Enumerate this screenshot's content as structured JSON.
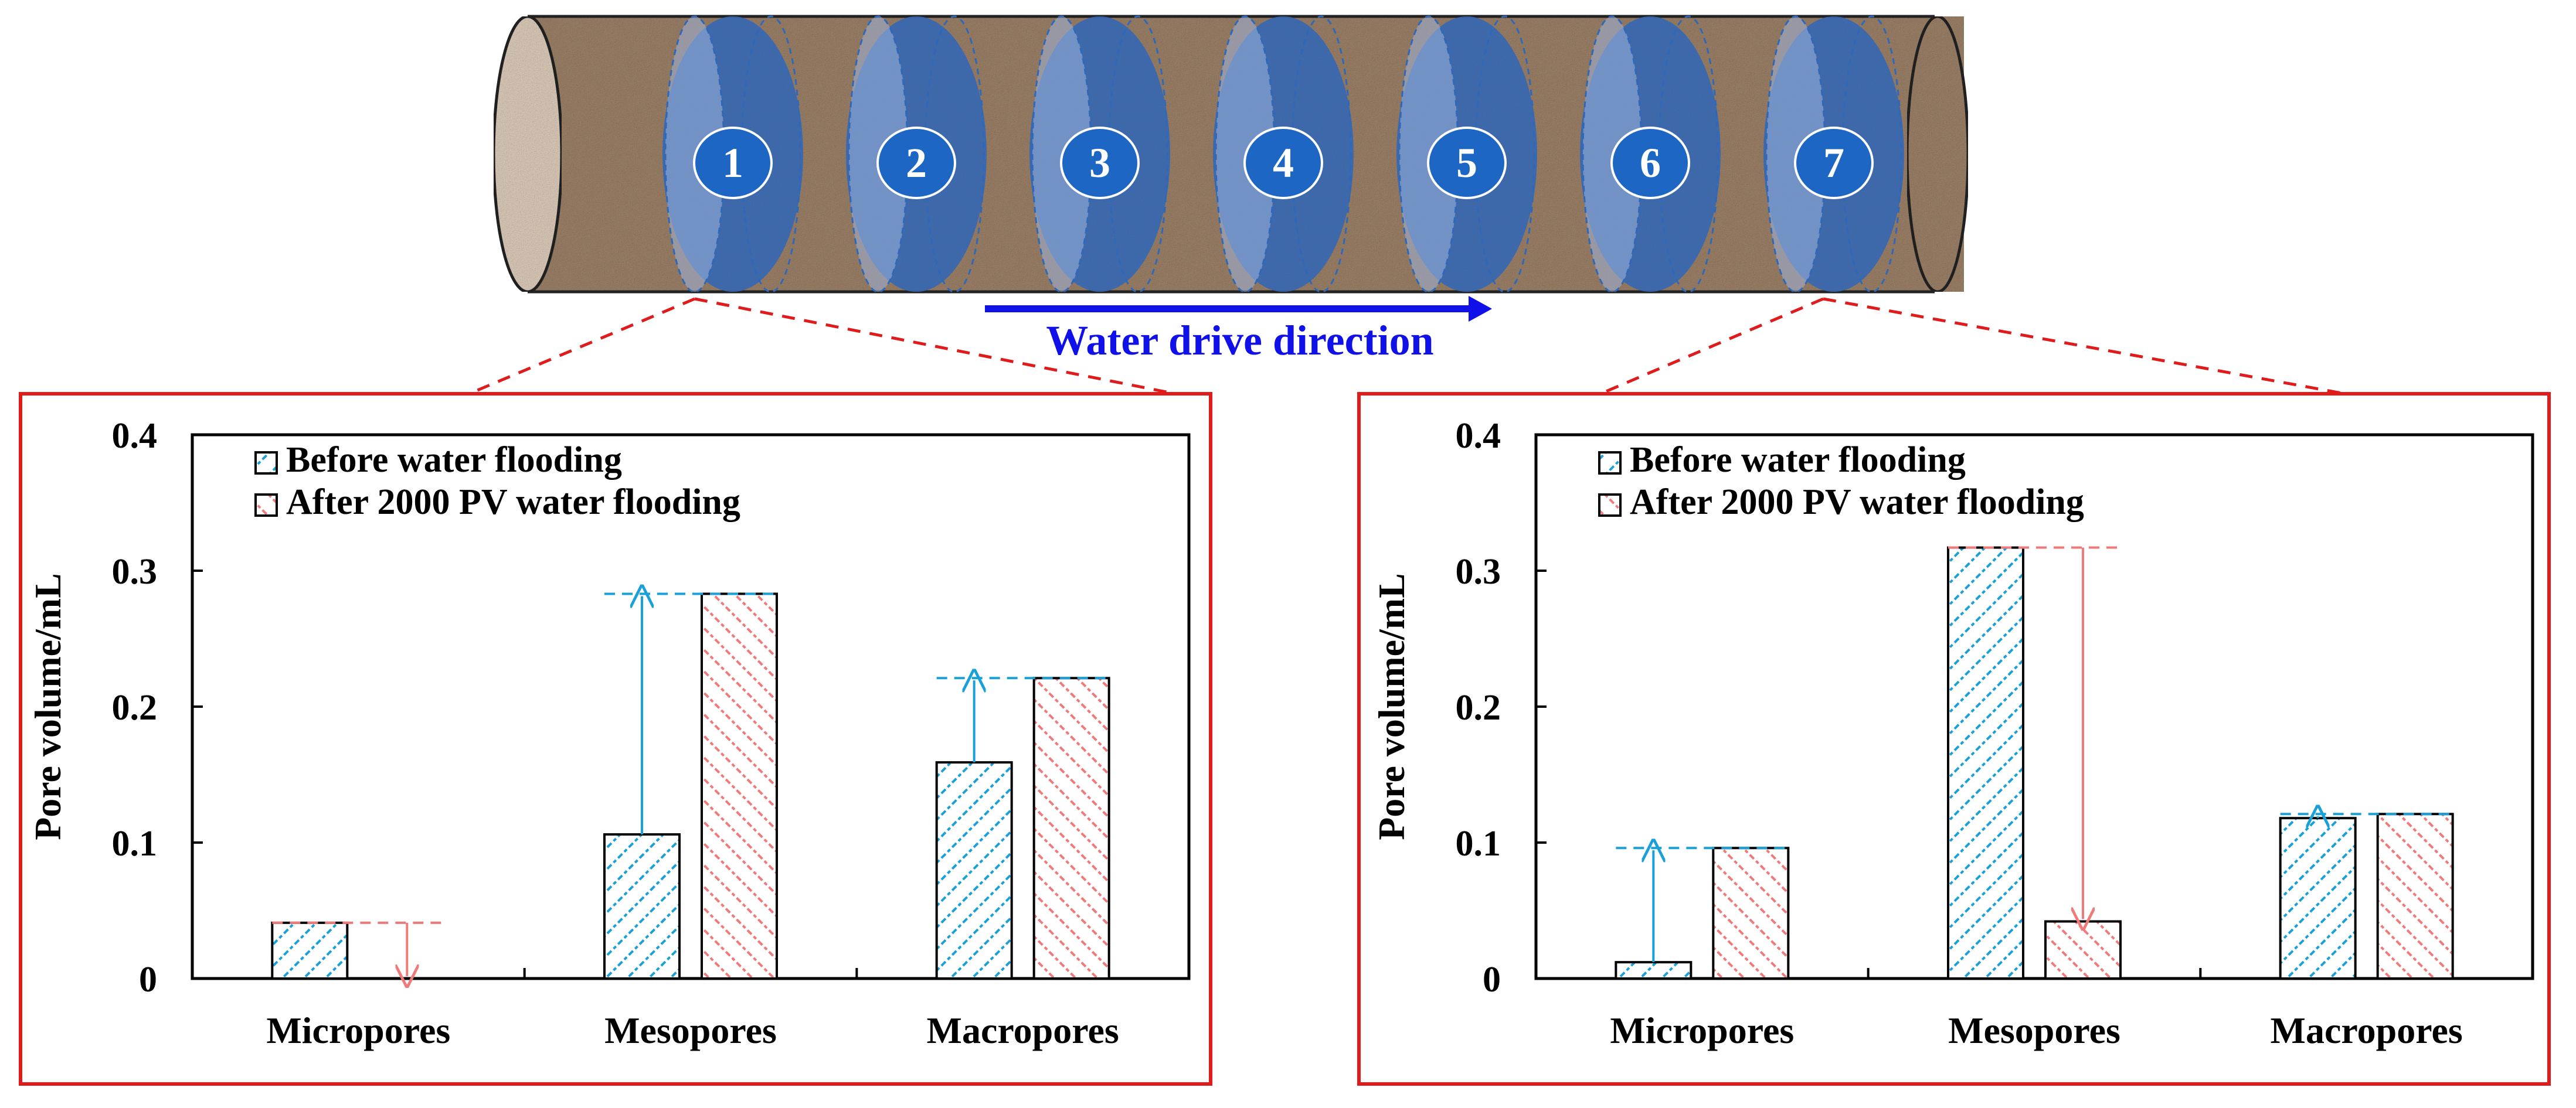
{
  "core": {
    "sections": [
      "1",
      "2",
      "3",
      "4",
      "5",
      "6",
      "7"
    ],
    "arrow_label": "Water drive direction",
    "colors": {
      "sand": "#9a7f66",
      "sand_dark": "#6e5846",
      "section": "#2f68b8",
      "arrow": "#1010e8"
    }
  },
  "colors": {
    "before": "#1aa0d8",
    "after": "#f07a7a",
    "callout": "#e01b1b",
    "axis": "#000000"
  },
  "chart_data": [
    {
      "type": "bar",
      "categories": [
        "Micropores",
        "Mesopores",
        "Macropores"
      ],
      "series": [
        {
          "name": "Before water flooding",
          "values": [
            0.041,
            0.106,
            0.159
          ]
        },
        {
          "name": "After 2000 PV water flooding",
          "values": [
            0.0,
            0.283,
            0.221
          ]
        }
      ],
      "ylabel": "Pore volume/mL",
      "ylim": [
        0,
        0.4
      ],
      "yticks": [
        "0",
        "0.1",
        "0.2",
        "0.3",
        "0.4"
      ],
      "legend": "top-left",
      "grid": false
    },
    {
      "type": "bar",
      "categories": [
        "Micropores",
        "Mesopores",
        "Macropores"
      ],
      "series": [
        {
          "name": "Before water flooding",
          "values": [
            0.012,
            0.317,
            0.118
          ]
        },
        {
          "name": "After 2000 PV water flooding",
          "values": [
            0.096,
            0.042,
            0.121
          ]
        }
      ],
      "ylabel": "Pore volume/mL",
      "ylim": [
        0,
        0.4
      ],
      "yticks": [
        "0",
        "0.1",
        "0.2",
        "0.3",
        "0.4"
      ],
      "legend": "top-left",
      "grid": false
    }
  ]
}
